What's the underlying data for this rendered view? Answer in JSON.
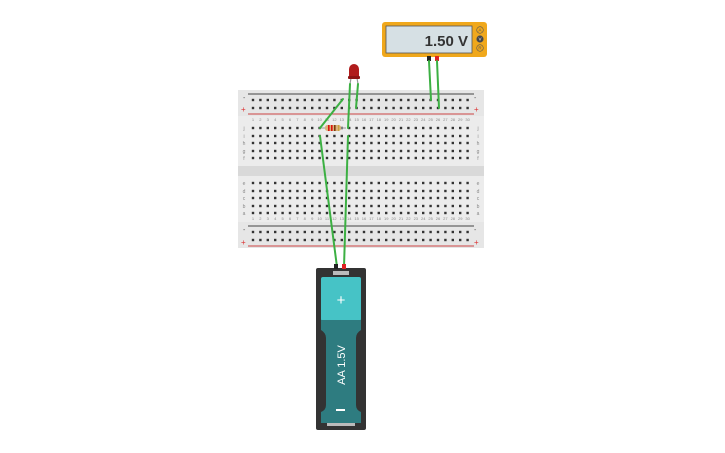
{
  "multimeter": {
    "reading": "1.50 V",
    "mode_buttons": [
      "A",
      "V",
      "R"
    ],
    "selected_mode": "V",
    "color": "#f0a81c"
  },
  "breadboard": {
    "row_labels_top": [
      "j",
      "i",
      "h",
      "g",
      "f"
    ],
    "row_labels_bottom": [
      "e",
      "d",
      "c",
      "b",
      "a"
    ],
    "columns": [
      "1",
      "2",
      "3",
      "4",
      "5",
      "6",
      "7",
      "8",
      "9",
      "10",
      "11",
      "12",
      "13",
      "14",
      "15",
      "16",
      "17",
      "18",
      "19",
      "20",
      "21",
      "22",
      "23",
      "24",
      "25",
      "26",
      "27",
      "28",
      "29",
      "30"
    ],
    "rail_minus": "-",
    "rail_plus": "+"
  },
  "battery": {
    "label": "AA 1.5V",
    "plus": "+",
    "minus": "-",
    "color_top": "#46c3c6",
    "color_body": "#2e7c80"
  },
  "wire_color": "#3cb043",
  "led_color": "#b01c1c"
}
